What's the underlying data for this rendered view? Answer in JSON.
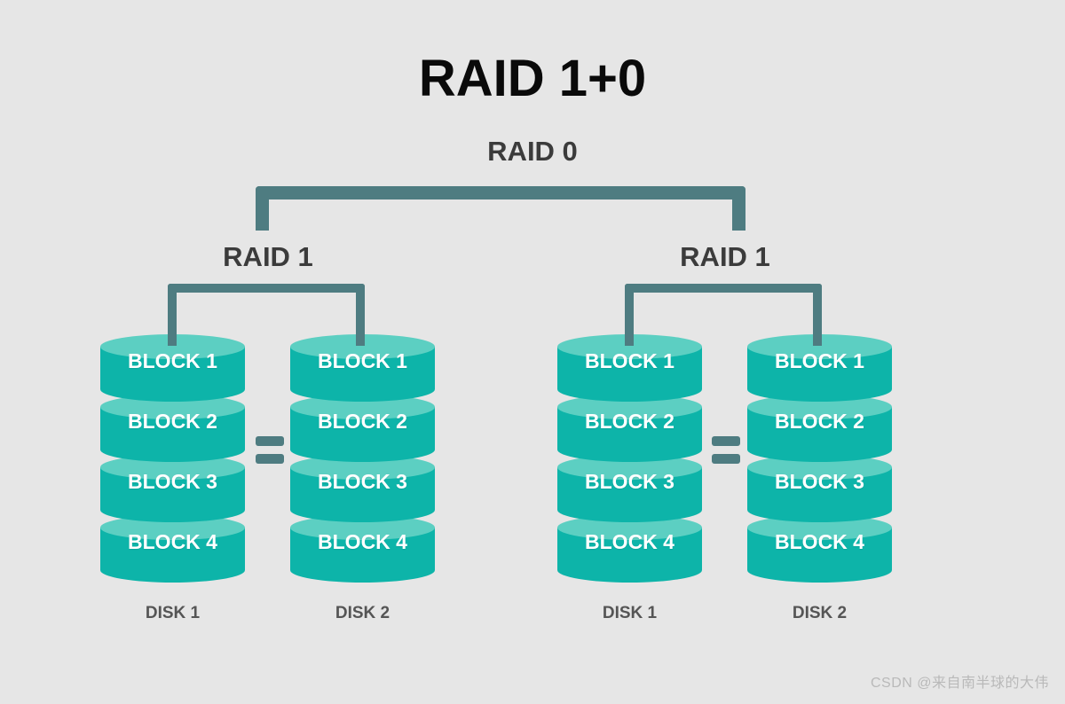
{
  "page": {
    "background_color": "#e6e6e6",
    "title": "RAID 1+0",
    "raid0_label": "RAID 0",
    "watermark": "CSDN @来自南半球的大伟"
  },
  "colors": {
    "background": "#e6e6e6",
    "title_text": "#0a0a0a",
    "subtitle_text": "#3b3b3b",
    "bracket": "#4e7c81",
    "disk_body": "#0db4a9",
    "disk_top": "#5ccfc2",
    "block_text": "#ffffff",
    "caption_text": "#555555",
    "watermark_text": "#b9b9b9"
  },
  "groups": [
    {
      "label": "RAID 1",
      "equals_symbol": "=",
      "disks": [
        {
          "caption": "DISK 1",
          "blocks": [
            "BLOCK 1",
            "BLOCK 2",
            "BLOCK 3",
            "BLOCK 4"
          ]
        },
        {
          "caption": "DISK 2",
          "blocks": [
            "BLOCK 1",
            "BLOCK 2",
            "BLOCK 3",
            "BLOCK 4"
          ]
        }
      ]
    },
    {
      "label": "RAID 1",
      "equals_symbol": "=",
      "disks": [
        {
          "caption": "DISK 1",
          "blocks": [
            "BLOCK 1",
            "BLOCK 2",
            "BLOCK 3",
            "BLOCK 4"
          ]
        },
        {
          "caption": "DISK 2",
          "blocks": [
            "BLOCK 1",
            "BLOCK 2",
            "BLOCK 3",
            "BLOCK 4"
          ]
        }
      ]
    }
  ]
}
